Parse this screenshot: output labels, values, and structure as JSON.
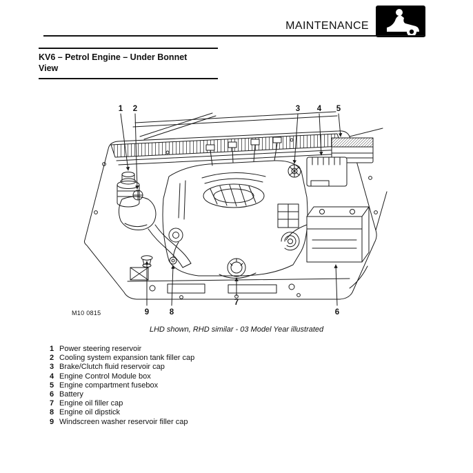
{
  "header": {
    "title": "MAINTENANCE"
  },
  "section": {
    "title_line1": "KV6 – Petrol Engine – Under Bonnet",
    "title_line2": "View"
  },
  "figure": {
    "code": "M10 0815",
    "caption": "LHD shown, RHD similar - 03 Model Year illustrated",
    "callouts": [
      "1",
      "2",
      "3",
      "4",
      "5",
      "6",
      "7",
      "8",
      "9"
    ]
  },
  "legend": {
    "items": [
      {
        "num": "1",
        "label": "Power steering reservoir"
      },
      {
        "num": "2",
        "label": "Cooling system expansion tank filler cap"
      },
      {
        "num": "3",
        "label": "Brake/Clutch fluid reservoir cap"
      },
      {
        "num": "4",
        "label": "Engine Control Module box"
      },
      {
        "num": "5",
        "label": "Engine compartment fusebox"
      },
      {
        "num": "6",
        "label": "Battery"
      },
      {
        "num": "7",
        "label": "Engine oil filler cap"
      },
      {
        "num": "8",
        "label": "Engine oil dipstick"
      },
      {
        "num": "9",
        "label": "Windscreen washer reservoir filler cap"
      }
    ]
  },
  "colors": {
    "ink": "#111111",
    "paper": "#ffffff",
    "icon_bg": "#000000"
  }
}
